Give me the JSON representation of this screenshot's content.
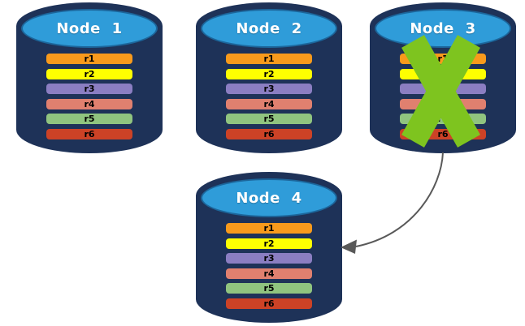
{
  "palette": {
    "cylinder_body": "#1E3258",
    "cylinder_top": "#2F9CD9",
    "cylinder_top_border": "#1C669B",
    "node_label_color": "#FFFFFF",
    "record_label_color": "#000000",
    "failure_x_color": "#7EC41F",
    "arrow_color": "#595959"
  },
  "nodes": [
    {
      "id": "node-1",
      "label": "Node 1",
      "failed": false,
      "records": [
        {
          "label": "r1",
          "color": "#F89A1C"
        },
        {
          "label": "r2",
          "color": "#FEFF01"
        },
        {
          "label": "r3",
          "color": "#8B7EC2"
        },
        {
          "label": "r4",
          "color": "#E0806F"
        },
        {
          "label": "r5",
          "color": "#90C47F"
        },
        {
          "label": "r6",
          "color": "#CC4226"
        }
      ]
    },
    {
      "id": "node-2",
      "label": "Node 2",
      "failed": false,
      "records": [
        {
          "label": "r1",
          "color": "#F89A1C"
        },
        {
          "label": "r2",
          "color": "#FEFF01"
        },
        {
          "label": "r3",
          "color": "#8B7EC2"
        },
        {
          "label": "r4",
          "color": "#E0806F"
        },
        {
          "label": "r5",
          "color": "#90C47F"
        },
        {
          "label": "r6",
          "color": "#CC4226"
        }
      ]
    },
    {
      "id": "node-3",
      "label": "Node 3",
      "failed": true,
      "records": [
        {
          "label": "r1",
          "color": "#F89A1C"
        },
        {
          "label": "r2",
          "color": "#FEFF01"
        },
        {
          "label": "r3",
          "color": "#8B7EC2"
        },
        {
          "label": "r4",
          "color": "#E0806F"
        },
        {
          "label": "r5",
          "color": "#90C47F"
        },
        {
          "label": "r6",
          "color": "#CC4226"
        }
      ]
    },
    {
      "id": "node-4",
      "label": "Node 4",
      "failed": false,
      "records": [
        {
          "label": "r1",
          "color": "#F89A1C"
        },
        {
          "label": "r2",
          "color": "#FEFF01"
        },
        {
          "label": "r3",
          "color": "#8B7EC2"
        },
        {
          "label": "r4",
          "color": "#E0806F"
        },
        {
          "label": "r5",
          "color": "#90C47F"
        },
        {
          "label": "r6",
          "color": "#CC4226"
        }
      ]
    }
  ],
  "arrow": {
    "from": "Node 3",
    "to": "Node 4"
  }
}
